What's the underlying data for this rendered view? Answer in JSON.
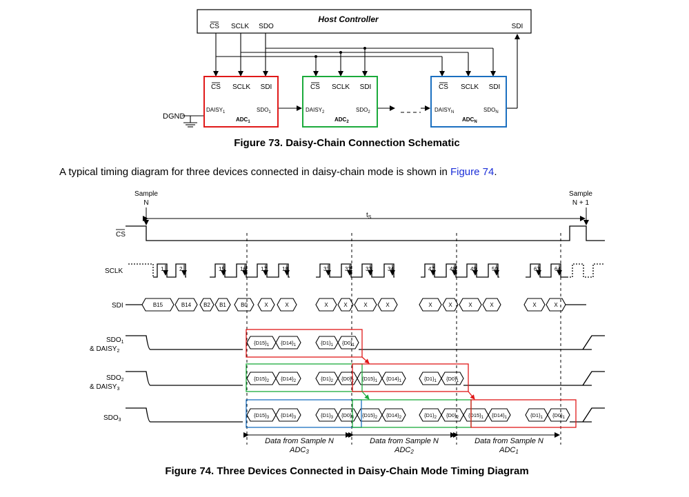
{
  "schematic": {
    "host_title": "Host Controller",
    "host_cs": "CS",
    "host_sclk": "SCLK",
    "host_sdo": "SDO",
    "host_sdi": "SDI",
    "dgnd": "DGND",
    "adc_cs": "CS",
    "adc_sclk": "SCLK",
    "adc_sdi": "SDI",
    "adc1": {
      "daisy": "DAISY",
      "daisy_sub": "1",
      "sdo": "SDO",
      "sdo_sub": "1",
      "name": "ADC",
      "name_sub": "1",
      "color": "#e01818"
    },
    "adc2": {
      "daisy": "DAISY",
      "daisy_sub": "2",
      "sdo": "SDO",
      "sdo_sub": "2",
      "name": "ADC",
      "name_sub": "2",
      "color": "#1aaa3a"
    },
    "adcN": {
      "daisy": "DAISY",
      "daisy_sub": "N",
      "sdo": "SDO",
      "sdo_sub": "N",
      "name": "ADC",
      "name_sub": "N",
      "color": "#1a6fc0"
    },
    "caption": "Figure 73. Daisy-Chain Connection Schematic"
  },
  "paragraph": {
    "before": "A typical timing diagram for three devices connected in daisy-chain mode is shown in ",
    "link": "Figure 74",
    "after": "."
  },
  "timing": {
    "sample_n_line1": "Sample",
    "sample_n_line2": "N",
    "sample_n1_line1": "Sample",
    "sample_n1_line2": "N + 1",
    "ts": "t",
    "ts_sub": "S",
    "signals": {
      "cs": "CS",
      "sclk": "SCLK",
      "sdi": "SDI",
      "sdo1_line1": "SDO",
      "sdo1_sub": "1",
      "sdo1_line2": "& DAISY",
      "sdo1_line2_sub": "2",
      "sdo2_line1": "SDO",
      "sdo2_sub": "2",
      "sdo2_line2": "& DAISY",
      "sdo2_line2_sub": "3",
      "sdo3": "SDO",
      "sdo3_sub": "3"
    },
    "clock_numbers": [
      "1",
      "2",
      "15",
      "16",
      "17",
      "18",
      "31",
      "32",
      "33",
      "34",
      "47",
      "48",
      "49",
      "50",
      "63",
      "64"
    ],
    "sdi_labels": [
      "B15",
      "B14",
      "B2",
      "B1",
      "B0",
      "X",
      "X",
      "X",
      "X",
      "X",
      "X",
      "X",
      "X",
      "X",
      "X",
      "X"
    ],
    "sdo1_bits": [
      "{D15}",
      "{D14}",
      "{D1}",
      "{D0}"
    ],
    "sdo1_subs": [
      "1",
      "1",
      "1",
      "1"
    ],
    "sdo2_bits": [
      "{D15}",
      "{D14}",
      "{D1}",
      "{D0}",
      "{D15}",
      "{D14}",
      "{D1}",
      "{D0}"
    ],
    "sdo2_subs": [
      "2",
      "2",
      "2",
      "2",
      "1",
      "1",
      "1",
      "1"
    ],
    "sdo3_bits": [
      "{D15}",
      "{D14}",
      "{D1}",
      "{D0}",
      "{D15}",
      "{D14}",
      "{D1}",
      "{D0}",
      "{D15}",
      "{D14}",
      "{D1}",
      "{D0}"
    ],
    "sdo3_subs": [
      "3",
      "3",
      "3",
      "3",
      "2",
      "2",
      "2",
      "2",
      "1",
      "1",
      "1",
      "1"
    ],
    "segments": [
      {
        "line1": "Data from Sample N",
        "line2": "ADC",
        "sub": "3"
      },
      {
        "line1": "Data from Sample N",
        "line2": "ADC",
        "sub": "2"
      },
      {
        "line1": "Data from Sample N",
        "line2": "ADC",
        "sub": "1"
      }
    ],
    "highlight_colors": {
      "red": "#e01818",
      "green": "#1aaa3a",
      "blue": "#1a6fc0"
    },
    "caption": "Figure 74. Three Devices Connected in Daisy-Chain Mode Timing Diagram"
  }
}
